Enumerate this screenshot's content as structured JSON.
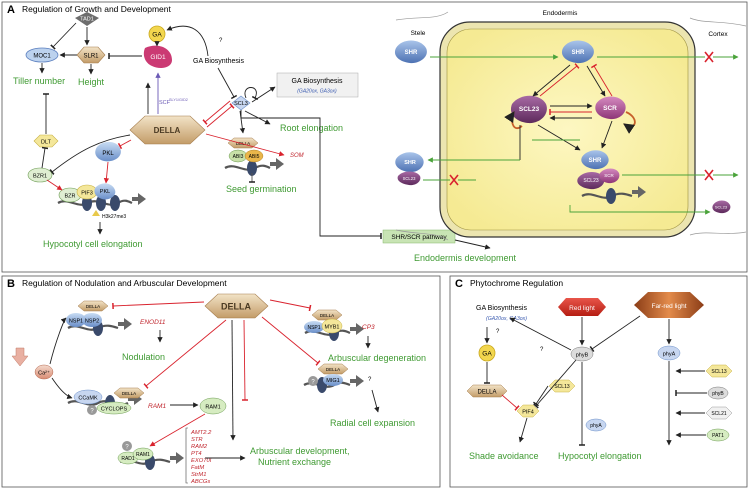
{
  "panelA": {
    "letter": "A",
    "title": "Regulation of Growth and Development",
    "nodes": {
      "tad1": "TAD1",
      "moc1": "MOC1",
      "slr1": "SLR1",
      "ga": "GA",
      "gid1": "GID1",
      "scf": "SCF",
      "scf_sup": "SLY1/GID2",
      "della": "DELLA",
      "scl3": "SCL3",
      "ga_biosynthesis": "GA Biosynthesis",
      "ga_biosynthesis_box": "GA Biosynthesis",
      "ga_genes": "(GA20ox, GA3ox)",
      "question": "?",
      "dlt": "DLT",
      "bzr1": "BZR1",
      "pkl": "PKL",
      "bzr": "BZR",
      "pif3": "PIF3",
      "pkl2": "PKL",
      "h3k27me3": "H3k27me3",
      "della_small": "DELLA",
      "abi3": "ABI3",
      "abi5": "ABI5",
      "som": "SOM",
      "endodermis": "Endodermis",
      "stele": "Stele",
      "cortex": "Cortex",
      "shr": "SHR",
      "scl23": "SCL23",
      "scr": "SCR",
      "shr_scr_pathway": "SHR/SCR pathway"
    },
    "labels": {
      "tiller": "Tiller number",
      "height": "Height",
      "root_elongation": "Root elongation",
      "seed_germination": "Seed germination",
      "hypocotyl": "Hypocotyl cell elongation",
      "endodermis_dev": "Endodermis development"
    }
  },
  "panelB": {
    "letter": "B",
    "title": "Regulation of Nodulation and Arbuscular Development",
    "nodes": {
      "della": "DELLA",
      "della_small": "DELLA",
      "nsp1": "NSP1",
      "nsp2": "NSP2",
      "enod11": "ENOD11",
      "ca": "Ca²⁺",
      "ccamk": "CCaMK",
      "cyclops": "CYCLOPS",
      "ram1": "RAM1",
      "ram1_gene": "RAM1",
      "rad1": "RAD1",
      "q": "?",
      "myb1": "MYB1",
      "cp3": "CP3",
      "mig1": "MIG1",
      "genes": [
        "AMT2.2",
        "STR",
        "RAM2",
        "PT4",
        "EXO70I",
        "FatM",
        "StrM1",
        "ABCGs"
      ]
    },
    "labels": {
      "nodulation": "Nodulation",
      "arb_degeneration": "Arbuscular degeneration",
      "radial": "Radial cell expansion",
      "arb_dev": "Arbuscular development,",
      "nutrient": "Nutrient exchange"
    }
  },
  "panelC": {
    "letter": "C",
    "title": "Phytochrome Regulation",
    "nodes": {
      "ga_biosynthesis": "GA Biosynthesis",
      "ga_genes": "(GA20ox, GA3ox)",
      "ga": "GA",
      "della": "DELLA",
      "red_light": "Red light",
      "far_red_light": "Far-red light",
      "phyb": "phyB",
      "phya": "phyA",
      "scl13": "SCL13",
      "pif4": "PIF4",
      "phyb2": "phyB",
      "scl21": "SCL21",
      "pat1": "PAT1",
      "q": "?"
    },
    "labels": {
      "shade": "Shade avoidance",
      "hypocotyl": "Hypocotyl elongation"
    }
  },
  "colors": {
    "green_text": "#3f9a32",
    "red_inhibit": "#d9232e",
    "gene_red": "#c0252d",
    "della_tan": "#c9a878",
    "ga_yellow": "#f2d64e",
    "shr_blue": "#7b9bd0",
    "scl23_purple": "#7d3a78",
    "scr_magenta": "#b04d95",
    "cell_yellow": "#faf3a5",
    "endodermis_fill": "#ece5b0",
    "red_light": "#d92a1c",
    "far_red": "#c7602a"
  }
}
